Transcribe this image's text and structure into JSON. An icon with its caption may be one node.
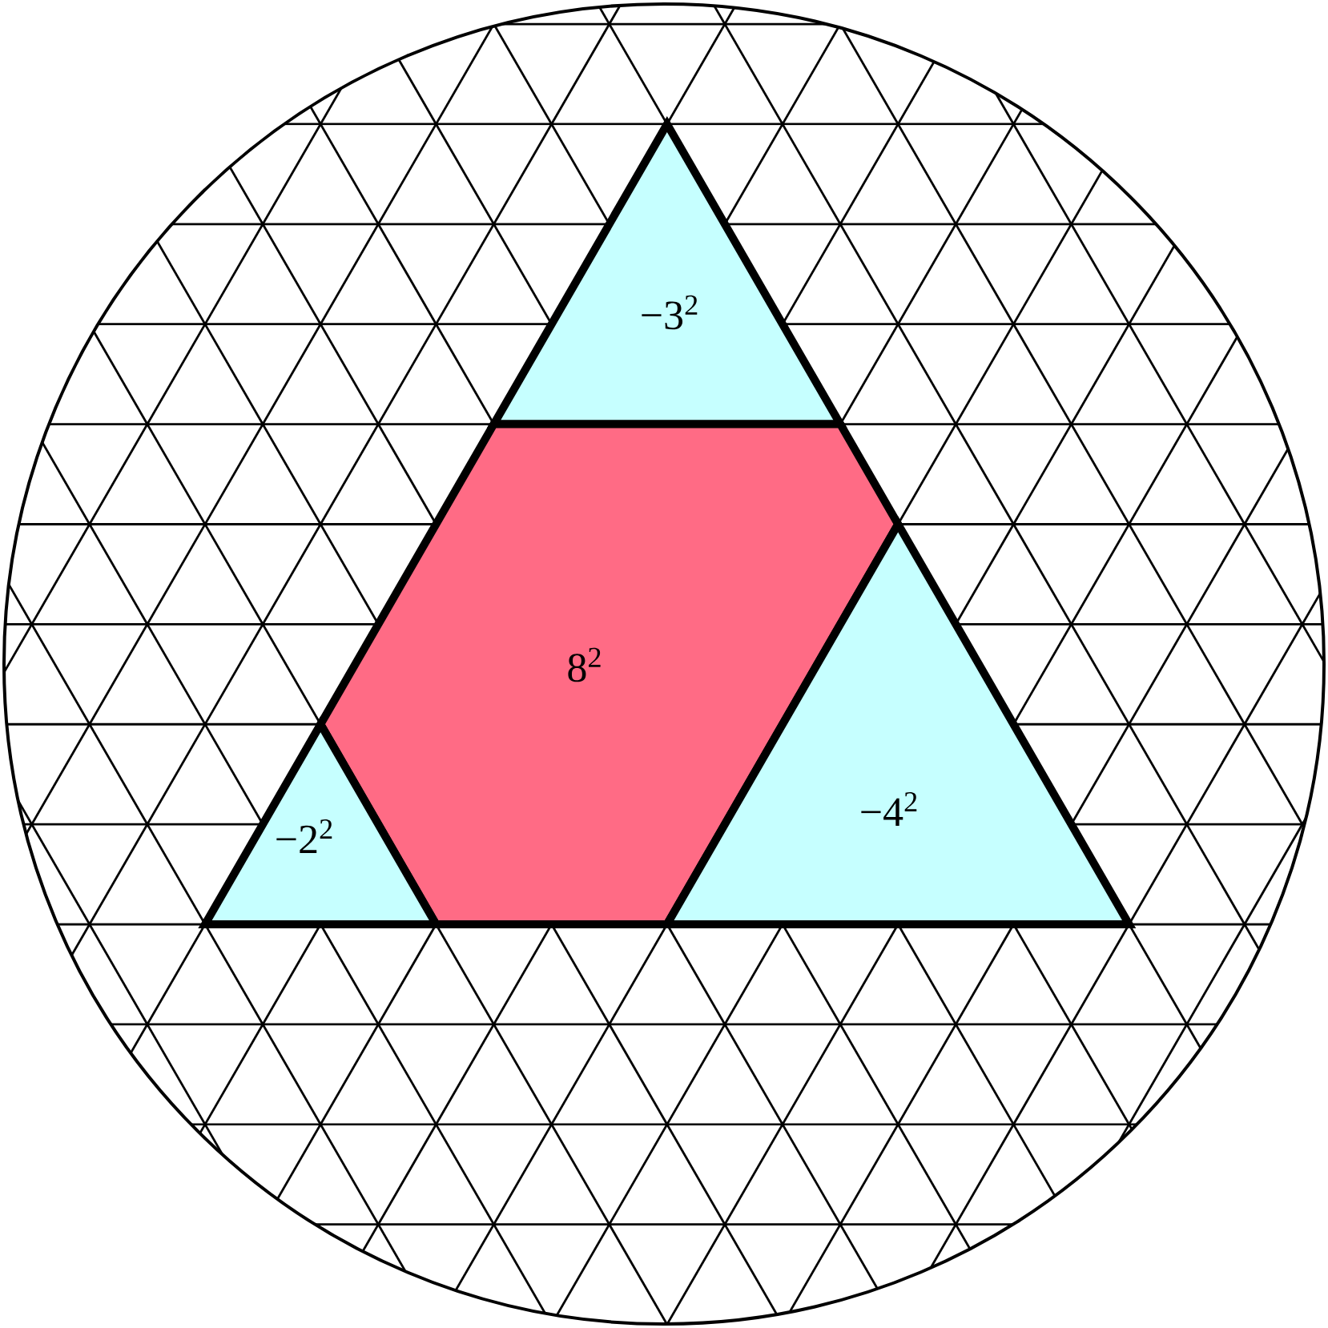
{
  "diagram": {
    "nodes": [
      {
        "text": [
          "−3$^{2}$"
        ]
      },
      {
        "text": [
          "8$^{2}$"
        ]
      },
      {
        "text": [
          "−2$^{2}$"
        ]
      },
      {
        "text": [
          "−4$^{2}$"
        ]
      }
    ]
  }
}
